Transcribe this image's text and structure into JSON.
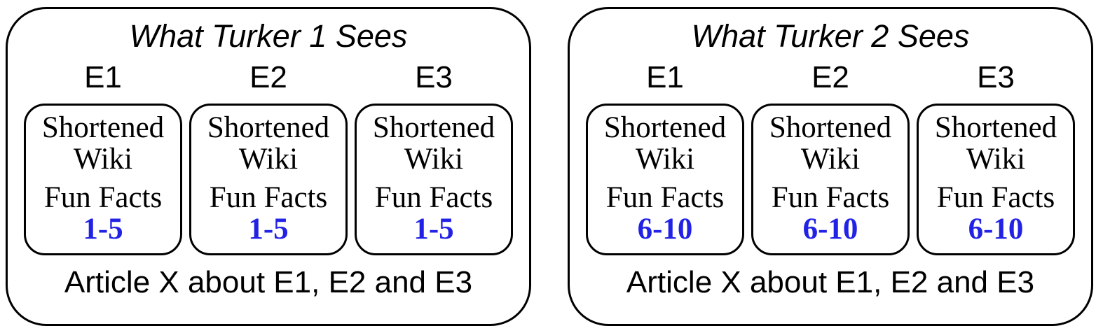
{
  "colors": {
    "accent_blue": "#2222e6",
    "border": "#000000",
    "background": "#ffffff"
  },
  "panels": [
    {
      "title": "What Turker 1 Sees",
      "footer": "Article X about E1, E2 and E3",
      "columns": [
        {
          "label": "E1",
          "card": {
            "line1": "Shortened",
            "line2": "Wiki",
            "line3": "Fun Facts",
            "range": "1-5"
          }
        },
        {
          "label": "E2",
          "card": {
            "line1": "Shortened",
            "line2": "Wiki",
            "line3": "Fun Facts",
            "range": "1-5"
          }
        },
        {
          "label": "E3",
          "card": {
            "line1": "Shortened",
            "line2": "Wiki",
            "line3": "Fun Facts",
            "range": "1-5"
          }
        }
      ]
    },
    {
      "title": "What Turker 2 Sees",
      "footer": "Article X about E1, E2 and E3",
      "columns": [
        {
          "label": "E1",
          "card": {
            "line1": "Shortened",
            "line2": "Wiki",
            "line3": "Fun Facts",
            "range": "6-10"
          }
        },
        {
          "label": "E2",
          "card": {
            "line1": "Shortened",
            "line2": "Wiki",
            "line3": "Fun Facts",
            "range": "6-10"
          }
        },
        {
          "label": "E3",
          "card": {
            "line1": "Shortened",
            "line2": "Wiki",
            "line3": "Fun Facts",
            "range": "6-10"
          }
        }
      ]
    }
  ]
}
